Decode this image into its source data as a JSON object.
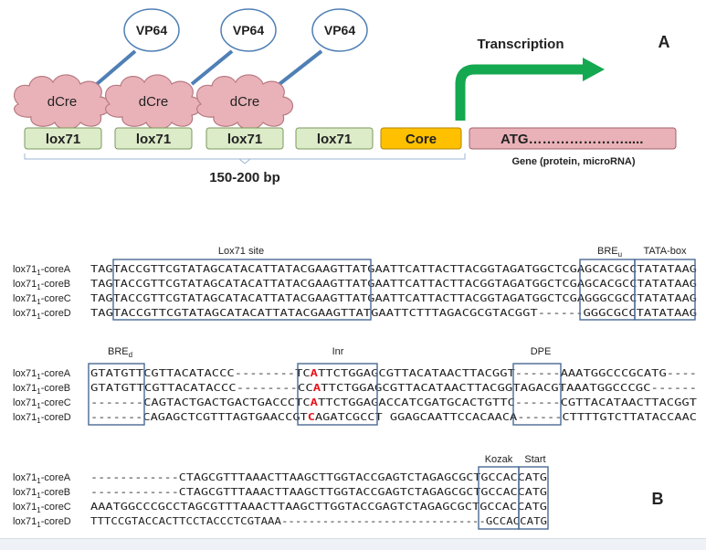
{
  "panel_labels": {
    "a": "A",
    "b": "B"
  },
  "diagram": {
    "activator": "VP64",
    "binding_protein": "dCre",
    "sites": [
      "lox71",
      "lox71",
      "lox71",
      "lox71"
    ],
    "core": "Core",
    "gene_box": "ATG………………….....",
    "gene_caption": "Gene (protein, microRNA)",
    "transcription": "Transcription",
    "length_label": "150-200 bp",
    "colors": {
      "site_fill": "#dcebc8",
      "site_stroke": "#7a9a5c",
      "core_fill": "#ffc000",
      "core_stroke": "#b08400",
      "gene_fill": "#e9b2b8",
      "gene_stroke": "#a0606a",
      "cloud_fill": "#e9b2b8",
      "cloud_stroke": "#b87a82",
      "arrow": "#14a850",
      "tether": "#4f7fb5"
    }
  },
  "alignments": [
    {
      "box_labels": [
        {
          "text": "Lox71 site"
        },
        {
          "text": "BRE",
          "sub": "u"
        },
        {
          "text": "TATA-box"
        }
      ],
      "rows": [
        {
          "name": "lox71",
          "sub": "1",
          "suffix": "-coreA",
          "seq": "TAGTACCGTTCGTATAGCATACATTATACGAAGTTATGAATTCATTACTTACGGTAGATGGCTCGAGCACGCCTATATAAG"
        },
        {
          "name": "lox71",
          "sub": "1",
          "suffix": "-coreB",
          "seq": "TAGTACCGTTCGTATAGCATACATTATACGAAGTTATGAATTCATTACTTACGGTAGATGGCTCGAGCACGCCTATATAAG"
        },
        {
          "name": "lox71",
          "sub": "1",
          "suffix": "-coreC",
          "seq": "TAGTACCGTTCGTATAGCATACATTATACGAAGTTATGAATTCATTACTTACGGTAGATGGCTCGAGGGCGCCTATATAAG"
        },
        {
          "name": "lox71",
          "sub": "1",
          "suffix": "-coreD",
          "seq": "TAGTACCGTTCGTATAGCATACATTATACGAAGTTATGAATTCTTTAGACGCGTACGGT------GGGCGCCTATATAAG"
        }
      ]
    },
    {
      "box_labels": [
        {
          "text": "BRE",
          "sub": "d"
        },
        {
          "text": "Inr"
        },
        {
          "text": "DPE"
        }
      ],
      "highlight_color": "#e8141c",
      "rows": [
        {
          "name": "lox71",
          "sub": "1",
          "suffix": "-coreA",
          "seq": "GTATGTTCGTTACATACCC--------TCATTCTGGAGCGTTACATAACTTACGGT------AAATGGCCCGCATG----"
        },
        {
          "name": "lox71",
          "sub": "1",
          "suffix": "-coreB",
          "seq": "GTATGTTCGTTACATACCC--------CCATTCTGGAGCGTTACATAACTTACGGTAGACGTAAATGGCCCGC------"
        },
        {
          "name": "lox71",
          "sub": "1",
          "suffix": "-coreC",
          "seq": "-------CAGTACTGACTGACTGACCCTCATTCTGGAGACCATCGATGCACTGTTC------CGTTACATAACTTACGGT"
        },
        {
          "name": "lox71",
          "sub": "1",
          "suffix": "-coreD",
          "seq": "-------CAGAGCTCGTTTAGTGAACCGTCAGATCGCCT GGAGCAATTCCACAACA------CTTTTGTCTTATACCAAC"
        }
      ]
    },
    {
      "box_labels": [
        {
          "text": "Kozak"
        },
        {
          "text": "Start"
        }
      ],
      "rows": [
        {
          "name": "lox71",
          "sub": "1",
          "suffix": "-coreA",
          "seq": "------------CTAGCGTTTAAACTTAAGCTTGGTACCGAGTCTAGAGCGCTGCCACCATG"
        },
        {
          "name": "lox71",
          "sub": "1",
          "suffix": "-coreB",
          "seq": "------------CTAGCGTTTAAACTTAAGCTTGGTACCGAGTCTAGAGCGCTGCCACCATG"
        },
        {
          "name": "lox71",
          "sub": "1",
          "suffix": "-coreC",
          "seq": "AAATGGCCCGCCTAGCGTTTAAACTTAAGCTTGGTACCGAGTCTAGAGCGCTGCCACCATG"
        },
        {
          "name": "lox71",
          "sub": "1",
          "suffix": "-coreD",
          "seq": "TTTCCGTACCACTTCCTACCCTCGTAAA------------------------------GCCACCATG"
        }
      ]
    }
  ]
}
